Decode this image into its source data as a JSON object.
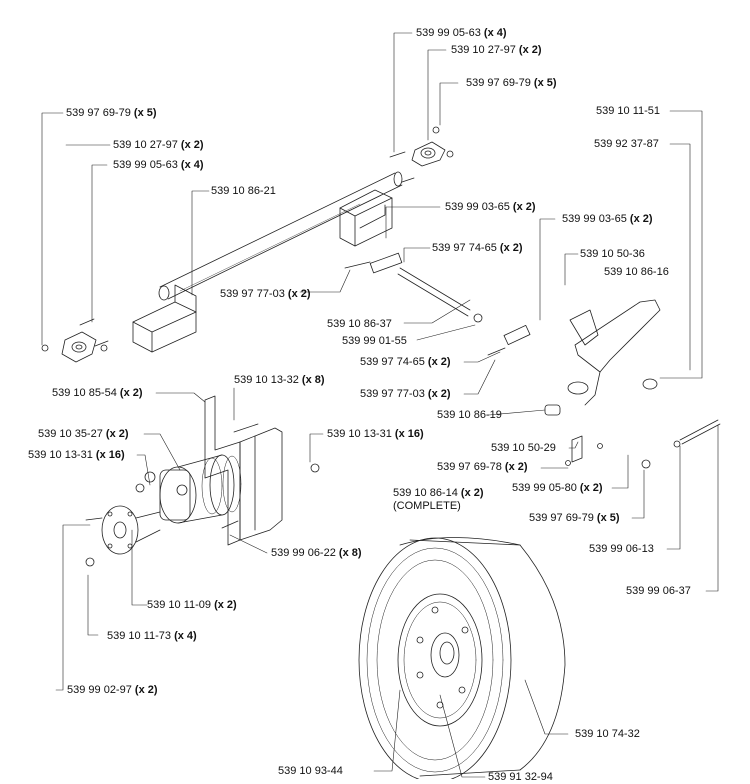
{
  "callouts": [
    {
      "id": "c01",
      "part": "539 99 05-63",
      "qty": "(x 4)"
    },
    {
      "id": "c02",
      "part": "539 10 27-97",
      "qty": "(x 2)"
    },
    {
      "id": "c03",
      "part": "539 97 69-79",
      "qty": "(x 5)"
    },
    {
      "id": "c04",
      "part": "539 97 69-79",
      "qty": "(x 5)"
    },
    {
      "id": "c05",
      "part": "539 10 11-51",
      "qty": ""
    },
    {
      "id": "c06",
      "part": "539 10 27-97",
      "qty": "(x 2)"
    },
    {
      "id": "c07",
      "part": "539 92 37-87",
      "qty": ""
    },
    {
      "id": "c08",
      "part": "539 99 05-63",
      "qty": "(x 4)"
    },
    {
      "id": "c09",
      "part": "539 10 86-21",
      "qty": ""
    },
    {
      "id": "c10",
      "part": "539 99 03-65",
      "qty": "(x 2)"
    },
    {
      "id": "c11",
      "part": "539 99 03-65",
      "qty": "(x 2)"
    },
    {
      "id": "c12",
      "part": "539 97 74-65",
      "qty": "(x 2)"
    },
    {
      "id": "c13",
      "part": "539 10 50-36",
      "qty": ""
    },
    {
      "id": "c14",
      "part": "539 10 86-16",
      "qty": ""
    },
    {
      "id": "c15",
      "part": "539 97 77-03",
      "qty": "(x 2)"
    },
    {
      "id": "c16",
      "part": "539 10 86-37",
      "qty": ""
    },
    {
      "id": "c17",
      "part": "539 99 01-55",
      "qty": ""
    },
    {
      "id": "c18",
      "part": "539 97 74-65",
      "qty": "(x 2)"
    },
    {
      "id": "c19",
      "part": "539 97 77-03",
      "qty": "(x 2)"
    },
    {
      "id": "c20",
      "part": "539 10 85-54",
      "qty": "(x 2)"
    },
    {
      "id": "c21",
      "part": "539 10 13-32",
      "qty": "(x 8)"
    },
    {
      "id": "c22",
      "part": "539 10 86-19",
      "qty": ""
    },
    {
      "id": "c23",
      "part": "539 10 35-27",
      "qty": "(x 2)"
    },
    {
      "id": "c24",
      "part": "539 10 13-31",
      "qty": "(x 16)"
    },
    {
      "id": "c25",
      "part": "539 10 13-31",
      "qty": "(x 16)"
    },
    {
      "id": "c26",
      "part": "539 10 50-29",
      "qty": ""
    },
    {
      "id": "c27",
      "part": "539 97 69-78",
      "qty": "(x 2)"
    },
    {
      "id": "c28",
      "part": "539 99 05-80",
      "qty": "(x 2)"
    },
    {
      "id": "c29",
      "part": "539 10 86-14",
      "qty": "(x 2)",
      "note": "(COMPLETE)"
    },
    {
      "id": "c30",
      "part": "539 97 69-79",
      "qty": "(x 5)"
    },
    {
      "id": "c31",
      "part": "539 99 06-22",
      "qty": "(x 8)"
    },
    {
      "id": "c32",
      "part": "539 99 06-13",
      "qty": ""
    },
    {
      "id": "c33",
      "part": "539 10 11-09",
      "qty": "(x 2)"
    },
    {
      "id": "c34",
      "part": "539 99 06-37",
      "qty": ""
    },
    {
      "id": "c35",
      "part": "539 10 11-73",
      "qty": "(x 4)"
    },
    {
      "id": "c36",
      "part": "539 99 02-97",
      "qty": "(x 2)"
    },
    {
      "id": "c37",
      "part": "539 10 74-32",
      "qty": ""
    },
    {
      "id": "c38",
      "part": "539 10 93-44",
      "qty": ""
    },
    {
      "id": "c39",
      "part": "539 91 32-94",
      "qty": ""
    }
  ]
}
